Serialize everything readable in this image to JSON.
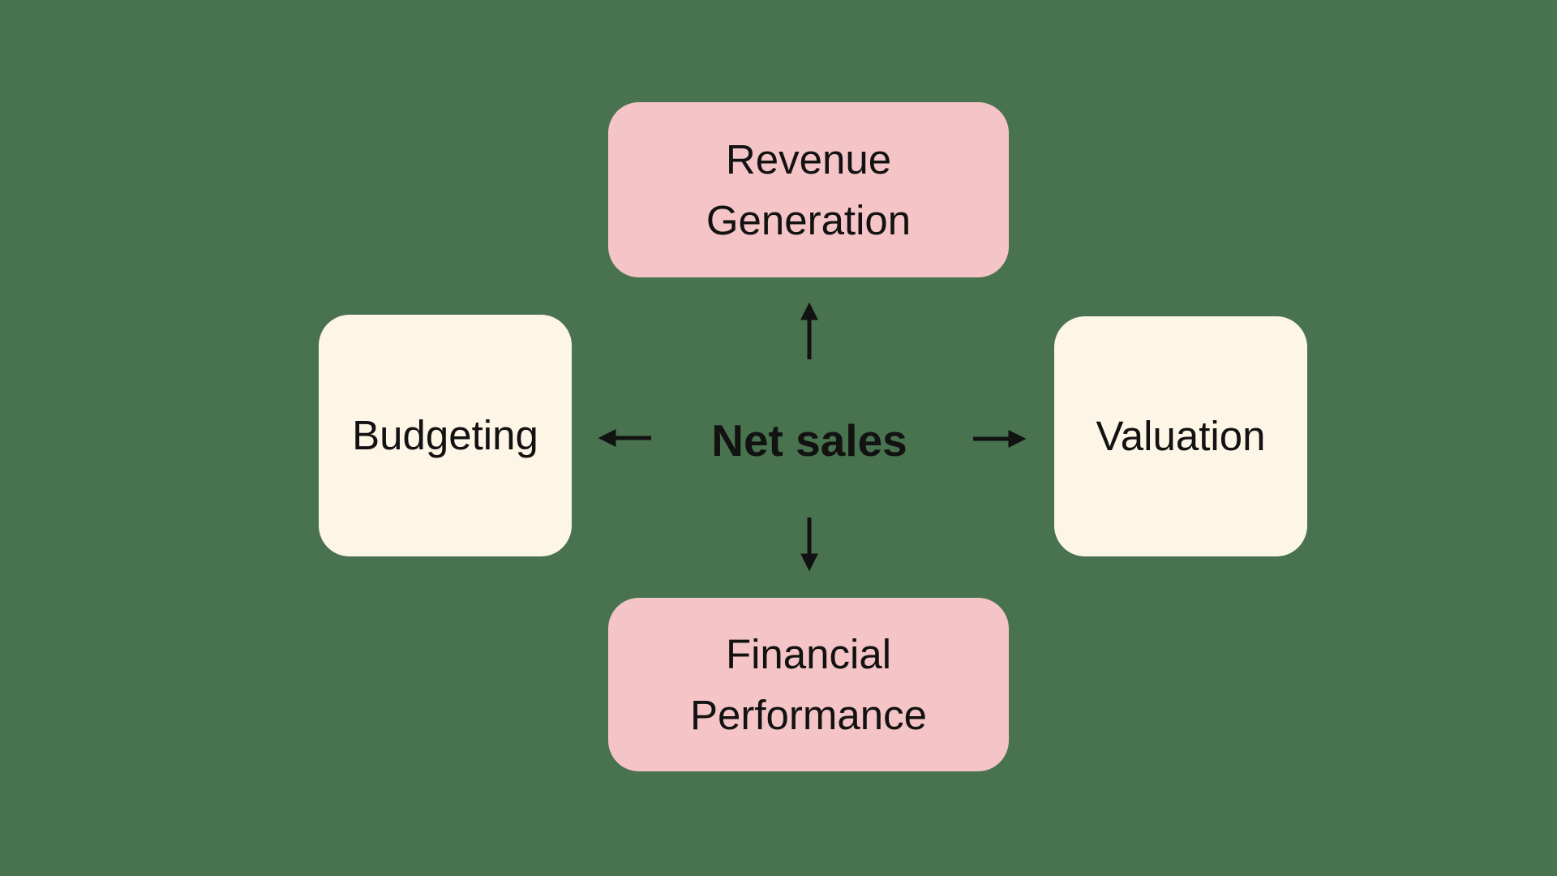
{
  "center": {
    "label": "Net sales"
  },
  "nodes": {
    "top": {
      "lines": [
        "Revenue",
        "Generation"
      ]
    },
    "right": {
      "lines": [
        "Valuation"
      ]
    },
    "bottom": {
      "lines": [
        "Financial",
        "Performance"
      ]
    },
    "left": {
      "lines": [
        "Budgeting"
      ]
    }
  },
  "colors": {
    "background": "#49734F",
    "node_pink": "#F5C4C6",
    "node_cream": "#FDF6E7",
    "text": "#121212",
    "arrow": "#121212"
  }
}
